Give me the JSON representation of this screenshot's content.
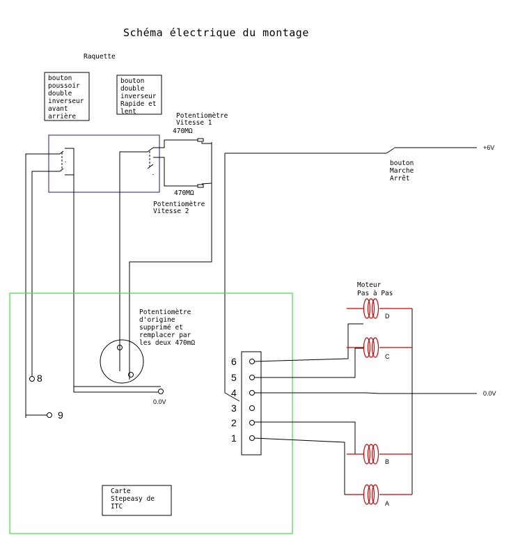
{
  "title": "Schéma électrique du montage",
  "raquette": {
    "label": "Raquette",
    "box1": [
      "bouton",
      "poussoir",
      "double",
      "inverseur",
      "avant",
      "arrière"
    ],
    "box2": [
      "bouton",
      "double",
      "inverseur",
      "Rapide et",
      "lent"
    ]
  },
  "pot1": {
    "lines": [
      "Potentiomètre",
      "Vitesse 1"
    ],
    "value": "470MΩ"
  },
  "pot2": {
    "lines": [
      "Potentiomètre",
      "Vitesse 2"
    ],
    "value": "470MΩ"
  },
  "switch_onoff": {
    "lines": [
      "bouton",
      "Marche",
      "Arrêt"
    ]
  },
  "supply": {
    "plus": "+6V",
    "zero": "0.0V"
  },
  "pot_origine": {
    "lines": [
      "Potentiomètre",
      "d'origine",
      "supprimé et",
      "remplacer par",
      "les deux 470mΩ"
    ]
  },
  "card": {
    "lines": [
      "Carte",
      "Stepeasy de",
      "ITC"
    ],
    "zero": "0.0V"
  },
  "pins": {
    "p8": "8",
    "p9": "9"
  },
  "connector": [
    "6",
    "5",
    "4",
    "3",
    "2",
    "1"
  ],
  "motor": {
    "lines": [
      "Moteur",
      "Pas à Pas"
    ],
    "coils": [
      "D",
      "C",
      "B",
      "A"
    ]
  },
  "colors": {
    "wire": "#000000",
    "raquette_box": "#1a1a8c",
    "card_box": "#44dd44",
    "coil": "#d00000"
  }
}
